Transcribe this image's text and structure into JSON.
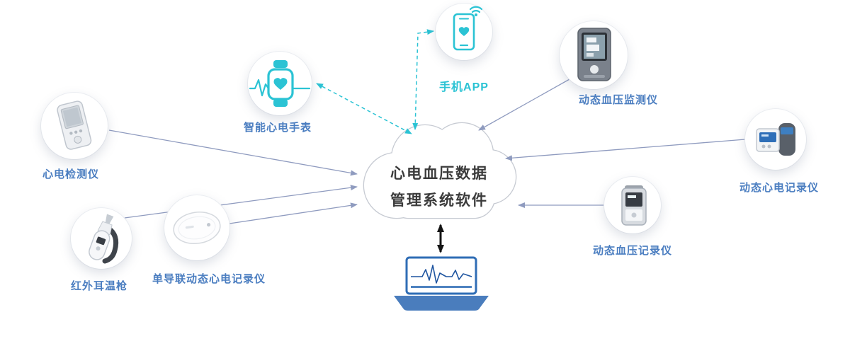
{
  "diagram": {
    "cloud": {
      "line1": "心电血压数据",
      "line2": "管理系统软件"
    },
    "nodes": [
      {
        "id": "handheld-ecg",
        "label": "心电检测仪"
      },
      {
        "id": "smart-watch",
        "label": "智能心电手表"
      },
      {
        "id": "phone-app",
        "label": "手机APP"
      },
      {
        "id": "bp-monitor",
        "label": "动态血压监测仪"
      },
      {
        "id": "ecg-recorder",
        "label": "动态心电记录仪"
      },
      {
        "id": "bp-recorder",
        "label": "动态血压记录仪"
      },
      {
        "id": "ear-thermometer",
        "label": "红外耳温枪"
      },
      {
        "id": "ecg-patch",
        "label": "单导联动态心电记录仪"
      }
    ],
    "edges": [
      {
        "from": "handheld-ecg",
        "to": "cloud",
        "style": "solid"
      },
      {
        "from": "ear-thermometer",
        "to": "cloud",
        "style": "solid"
      },
      {
        "from": "ecg-patch",
        "to": "cloud",
        "style": "solid"
      },
      {
        "from": "bp-monitor",
        "to": "cloud",
        "style": "solid"
      },
      {
        "from": "ecg-recorder",
        "to": "cloud",
        "style": "solid"
      },
      {
        "from": "bp-recorder",
        "to": "cloud",
        "style": "solid"
      },
      {
        "from": "smart-watch",
        "to": "cloud",
        "style": "dashed-bidirectional"
      },
      {
        "from": "phone-app",
        "to": "cloud",
        "style": "dashed-bidirectional"
      },
      {
        "from": "cloud",
        "to": "laptop",
        "style": "solid-bidirectional"
      }
    ],
    "colors": {
      "label_blue": "#4a7dc0",
      "teal": "#2bc3d4",
      "arrow_slate": "#8f9bbf",
      "cloud_border": "#c6cad2",
      "black_arrow": "#141414",
      "laptop_frame": "#2f6db5",
      "laptop_base": "#4a7dbd"
    }
  }
}
